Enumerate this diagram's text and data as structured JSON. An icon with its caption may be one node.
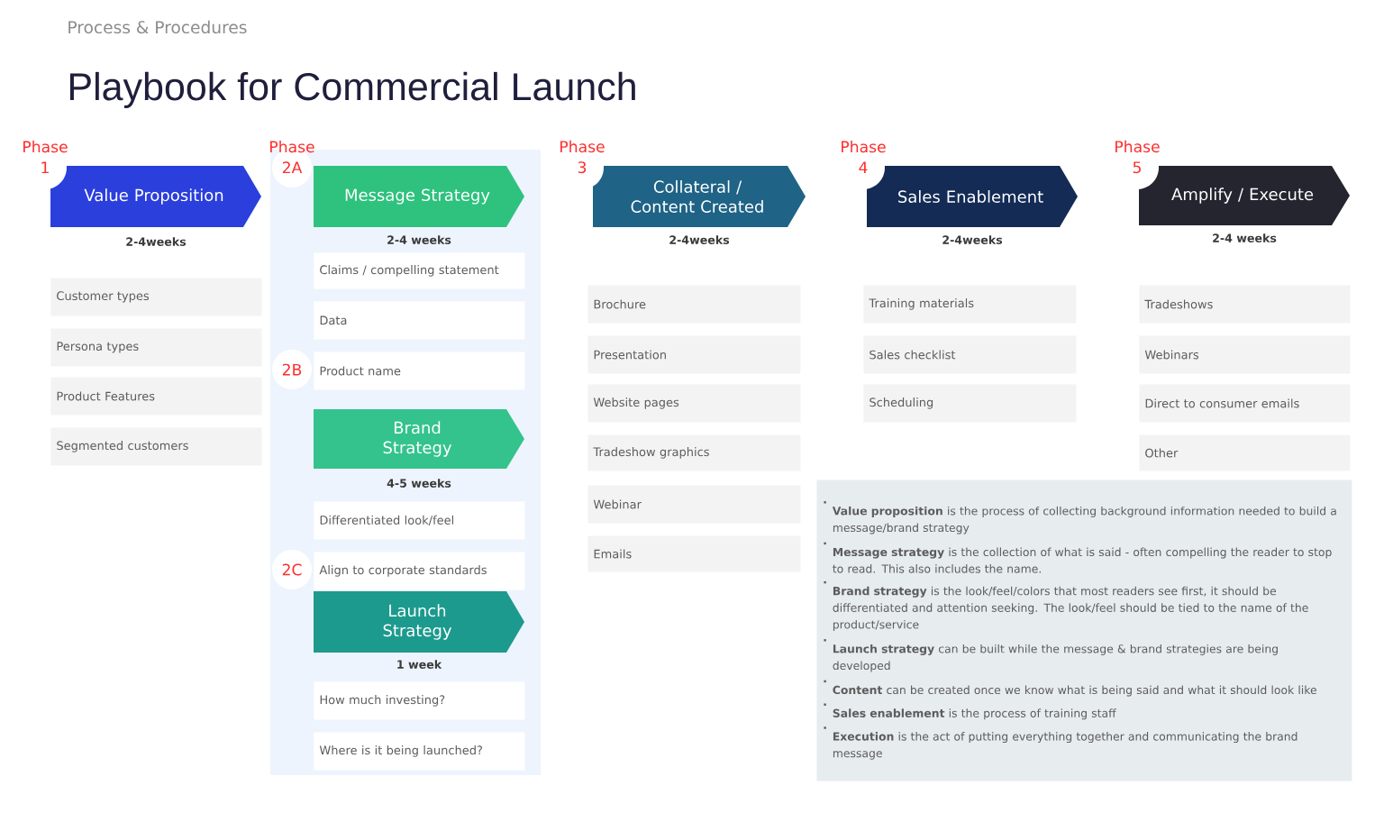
{
  "diagram": {
    "title": "Playbook for Commercial Launch",
    "nodes": [
      {
        "text": [
          "Value Proposition"
        ],
        "beside": [
          "Phase 1",
          "2-4weeks"
        ]
      },
      {
        "text": [
          "Customer types"
        ]
      },
      {
        "text": [
          "Persona types"
        ]
      },
      {
        "text": [
          "Product Features"
        ]
      },
      {
        "text": [
          "Segmented customers"
        ]
      },
      {
        "text": [],
        "shape": "box"
      },
      {
        "text": [
          "Message Strategy"
        ],
        "beside": [
          "Phase 2A",
          "2-4 weeks"
        ],
        "in": 5
      },
      {
        "text": [
          "Claims / compelling statement"
        ],
        "in": 5
      },
      {
        "text": [
          "Data"
        ],
        "in": 5
      },
      {
        "text": [
          "Product name"
        ],
        "in": 5
      },
      {
        "text": [
          "Brand Strategy"
        ],
        "beside": [
          "4-5 weeks"
        ],
        "in": 5
      },
      {
        "text": [
          "Differentiated look/feel"
        ],
        "in": 5
      },
      {
        "text": [
          "Align to corporate standards"
        ],
        "in": 5
      },
      {
        "text": [
          "Launch Strategy"
        ],
        "beside": [
          "1 week"
        ],
        "in": 5
      },
      {
        "text": [
          "How much investing?"
        ],
        "in": 5
      },
      {
        "text": [
          "Where is it being launched?"
        ],
        "in": 5
      },
      {
        "text": [
          "Collateral / Content Created"
        ],
        "beside": [
          "Phase 3",
          "2-4weeks"
        ]
      },
      {
        "text": [
          "Brochure"
        ]
      },
      {
        "text": [
          "Presentation"
        ]
      },
      {
        "text": [
          "Website pages"
        ]
      },
      {
        "text": [
          "Tradeshow graphics"
        ]
      },
      {
        "text": [
          "Webinar"
        ]
      },
      {
        "text": [
          "Emails"
        ]
      },
      {
        "text": [
          "Sales Enablement"
        ],
        "beside": [
          "Phase 4",
          "2-4weeks"
        ]
      },
      {
        "text": [
          "Training materials"
        ]
      },
      {
        "text": [
          "Sales checklist"
        ]
      },
      {
        "text": [
          "Scheduling"
        ]
      },
      {
        "text": [
          "Amplify / Execute"
        ],
        "beside": [
          "Phase 5",
          "2-4 weeks"
        ]
      },
      {
        "text": [
          "Tradeshows"
        ]
      },
      {
        "text": [
          "Webinars"
        ]
      },
      {
        "text": [
          "Direct to consumer emails"
        ]
      },
      {
        "text": [
          "Other"
        ]
      },
      {
        "text": [
          "**Value proposition** is the process of collecting background information needed to build a message/brand strategy",
          "**Message strategy** is the collection of what is said - often compelling the reader to stop to read. This also includes the name.",
          "**Brand strategy** is the look/feel/colors that most readers see first, it should be differentiated and attention seeking. The look/feel should be tied to the name of the product/service",
          "**Launch strategy** can be built while the message & brand strategies are being developed",
          "**Content** can be created once we know what is being said and what it should look like",
          "**Sales enablement** is the process of training staff",
          "**Execution** is the act of putting everything together and communicating the brand message"
        ]
      }
    ],
    "labels": [
      "Process & Procedures",
      "2B",
      "2C"
    ]
  }
}
